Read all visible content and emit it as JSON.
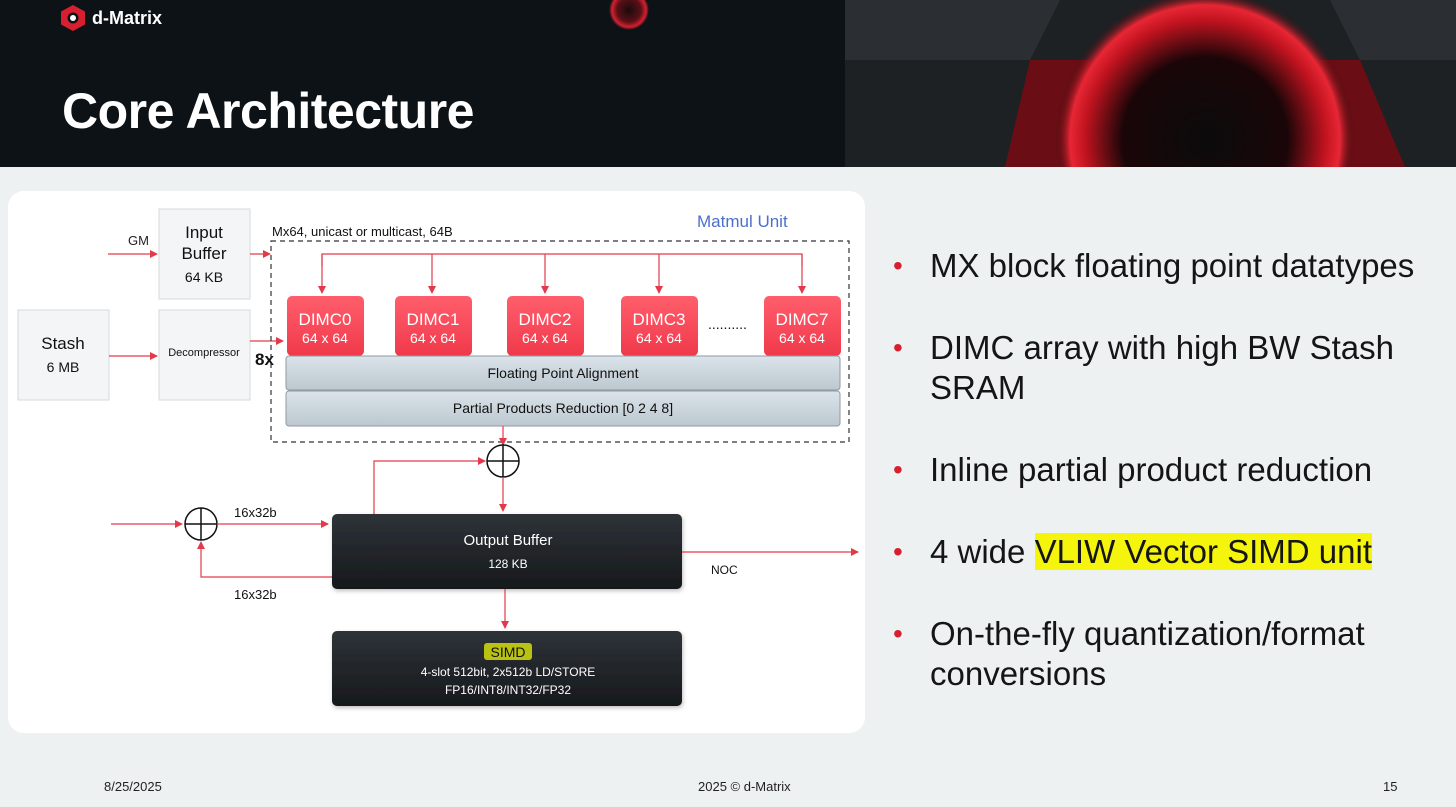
{
  "brand": {
    "name": "d-Matrix",
    "accent": "#d71f30"
  },
  "slide": {
    "title": "Core Architecture"
  },
  "diagram": {
    "labels": {
      "gm": "GM",
      "input_buffer_l1": "Input",
      "input_buffer_l2": "Buffer",
      "input_buffer_size": "64 KB",
      "stash": "Stash",
      "stash_size": "6 MB",
      "decompressor": "Decompressor",
      "multiplier": "8x",
      "bus_label": "Mx64, unicast or multicast, 64B",
      "matmul_unit": "Matmul Unit",
      "ellipsis": "..........",
      "fp_alignment": "Floating Point Alignment",
      "partial_products": "Partial Products Reduction [0 2 4 8]",
      "width_in": "16x32b",
      "width_loop": "16x32b",
      "output_buffer": "Output Buffer",
      "output_buffer_size": "128 KB",
      "noc": "NOC",
      "simd": "SIMD",
      "simd_line1": "4-slot 512bit, 2x512b LD/STORE",
      "simd_line2": "FP16/INT8/INT32/FP32"
    },
    "dimc": [
      {
        "name": "DIMC0",
        "size": "64 x 64"
      },
      {
        "name": "DIMC1",
        "size": "64 x 64"
      },
      {
        "name": "DIMC2",
        "size": "64 x 64"
      },
      {
        "name": "DIMC3",
        "size": "64 x 64"
      },
      {
        "name": "DIMC7",
        "size": "64 x 64"
      }
    ]
  },
  "bullets": [
    {
      "text": "MX block floating point datatypes"
    },
    {
      "text": "DIMC array with high BW Stash SRAM"
    },
    {
      "text": "Inline partial product reduction"
    },
    {
      "pre": "4 wide ",
      "highlight": "VLIW Vector SIMD unit",
      "post": ""
    },
    {
      "text": "On-the-fly quantization/format conversions"
    }
  ],
  "footer": {
    "date": "8/25/2025",
    "copyright": "2025 © d-Matrix",
    "page": "15"
  }
}
